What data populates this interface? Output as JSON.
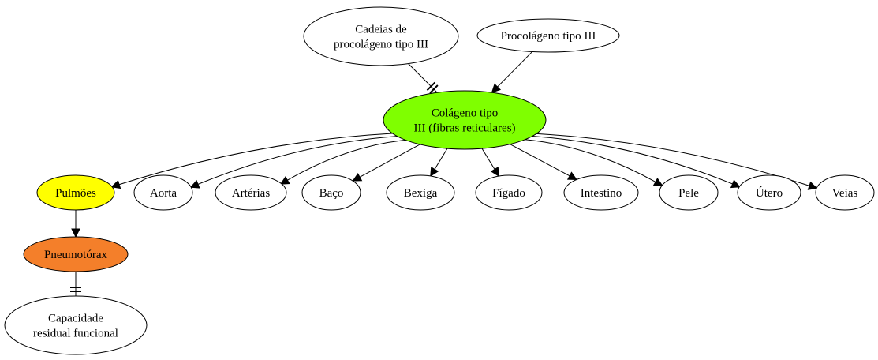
{
  "diagram": {
    "nodes": {
      "cadeias": {
        "lines": [
          "Cadeias de",
          "procolágeno tipo III"
        ],
        "fill": "#ffffff"
      },
      "procolageno": {
        "lines": [
          "Procolágeno tipo III"
        ],
        "fill": "#ffffff"
      },
      "colageno": {
        "lines": [
          "Colágeno tipo",
          "III (fibras reticulares)"
        ],
        "fill": "#7fff00"
      },
      "pulmoes": {
        "lines": [
          "Pulmões"
        ],
        "fill": "#ffff00"
      },
      "aorta": {
        "lines": [
          "Aorta"
        ],
        "fill": "#ffffff"
      },
      "arterias": {
        "lines": [
          "Artérias"
        ],
        "fill": "#ffffff"
      },
      "baco": {
        "lines": [
          "Baço"
        ],
        "fill": "#ffffff"
      },
      "bexiga": {
        "lines": [
          "Bexiga"
        ],
        "fill": "#ffffff"
      },
      "figado": {
        "lines": [
          "Fígado"
        ],
        "fill": "#ffffff"
      },
      "intestino": {
        "lines": [
          "Intestino"
        ],
        "fill": "#ffffff"
      },
      "pele": {
        "lines": [
          "Pele"
        ],
        "fill": "#ffffff"
      },
      "utero": {
        "lines": [
          "Útero"
        ],
        "fill": "#ffffff"
      },
      "veias": {
        "lines": [
          "Veias"
        ],
        "fill": "#ffffff"
      },
      "pneumotorax": {
        "lines": [
          "Pneumotórax"
        ],
        "fill": "#f47f2a"
      },
      "capacidade": {
        "lines": [
          "Capacidade",
          "residual funcional"
        ],
        "fill": "#ffffff"
      }
    },
    "edges": [
      {
        "from": "cadeias",
        "to": "colageno",
        "kind": "tee"
      },
      {
        "from": "procolageno",
        "to": "colageno",
        "kind": "arrow"
      },
      {
        "from": "colageno",
        "to": "pulmoes",
        "kind": "arrow"
      },
      {
        "from": "colageno",
        "to": "aorta",
        "kind": "arrow"
      },
      {
        "from": "colageno",
        "to": "arterias",
        "kind": "arrow"
      },
      {
        "from": "colageno",
        "to": "baco",
        "kind": "arrow"
      },
      {
        "from": "colageno",
        "to": "bexiga",
        "kind": "arrow"
      },
      {
        "from": "colageno",
        "to": "figado",
        "kind": "arrow"
      },
      {
        "from": "colageno",
        "to": "intestino",
        "kind": "arrow"
      },
      {
        "from": "colageno",
        "to": "pele",
        "kind": "arrow"
      },
      {
        "from": "colageno",
        "to": "utero",
        "kind": "arrow"
      },
      {
        "from": "colageno",
        "to": "veias",
        "kind": "arrow"
      },
      {
        "from": "pulmoes",
        "to": "pneumotorax",
        "kind": "arrow"
      },
      {
        "from": "pneumotorax",
        "to": "capacidade",
        "kind": "tee"
      }
    ]
  }
}
